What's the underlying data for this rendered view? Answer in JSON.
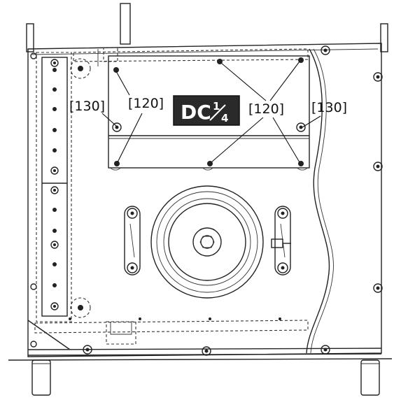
{
  "labels": {
    "screw_130_left": "[130]",
    "screw_120_left": "[120]",
    "screw_120_right": "[120]",
    "screw_130_right": "[130]",
    "board_name": "DC",
    "board_fraction_num": "1",
    "board_fraction_den": "4"
  },
  "colors": {
    "line": "#222222",
    "badge": "#2a2a2a",
    "background": "#ffffff"
  }
}
